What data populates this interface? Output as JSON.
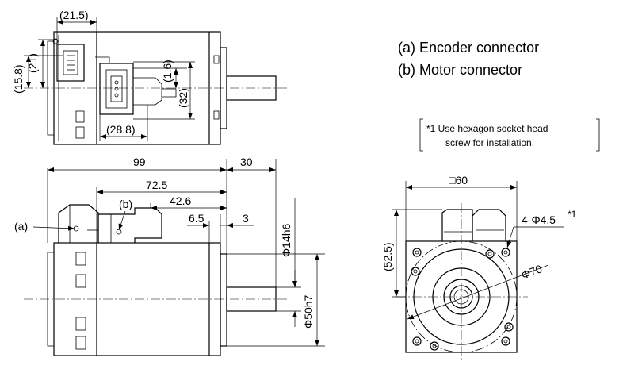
{
  "legend": {
    "encoder": "(a) Encoder connector",
    "motor": "(b) Motor connector"
  },
  "note": {
    "line1": "*1 Use hexagon socket head",
    "line2": "screw for installation."
  },
  "top_view": {
    "d_21_5": "(21.5)",
    "d_21": "(21)",
    "d_15_8": "(15.8)",
    "d_1_6": "(1.6)",
    "d_32": "(32)",
    "d_28_8": "(28.8)"
  },
  "side_view": {
    "d_99": "99",
    "d_30": "30",
    "d_72_5": "72.5",
    "d_42_6": "42.6",
    "d_6_5": "6.5",
    "d_3": "3",
    "label_a": "(a)",
    "label_b": "(b)",
    "d_shaft": "Φ14h6",
    "d_pilot": "Φ50h7"
  },
  "front_view": {
    "d_square": "□60",
    "d_holes": "4-Φ4.5",
    "d_holes_note": "*1",
    "d_52_5": "(52.5)",
    "d_pcd": "Φ70"
  }
}
